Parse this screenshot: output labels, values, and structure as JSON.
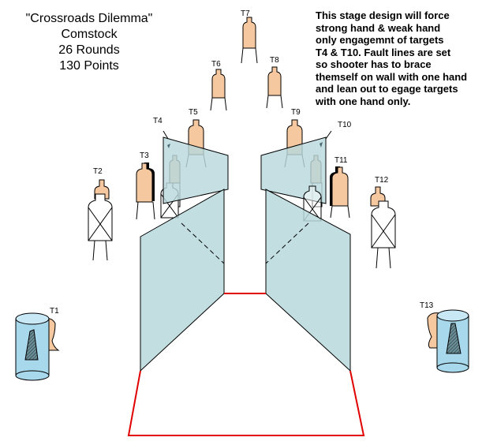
{
  "title": {
    "line1": "\"Crossroads Dilemma\"",
    "line2": "Comstock",
    "line3": "26 Rounds",
    "line4": "130 Points"
  },
  "note": {
    "lines": [
      "This stage design will force",
      "strong hand & weak hand",
      "only engagemnt of targets",
      "T4 & T10.  Fault lines are set",
      "so shooter has to brace",
      "themself on wall with one hand",
      "and lean out to egage targets",
      "with one hand only."
    ]
  },
  "targets": {
    "t1": "T1",
    "t2": "T2",
    "t3": "T3",
    "t4": "T4",
    "t5": "T5",
    "t6": "T6",
    "t7": "T7",
    "t8": "T8",
    "t9": "T9",
    "t10": "T10",
    "t11": "T11",
    "t12": "T12",
    "t13": "T13"
  },
  "colors": {
    "target_tan": "#f5c8a0",
    "no_shoot_white": "#ffffff",
    "black_target": "#000000",
    "wall_fill": "#b8d8dc",
    "barrel": "#a8d8ec",
    "fault_line": "#e00000"
  }
}
